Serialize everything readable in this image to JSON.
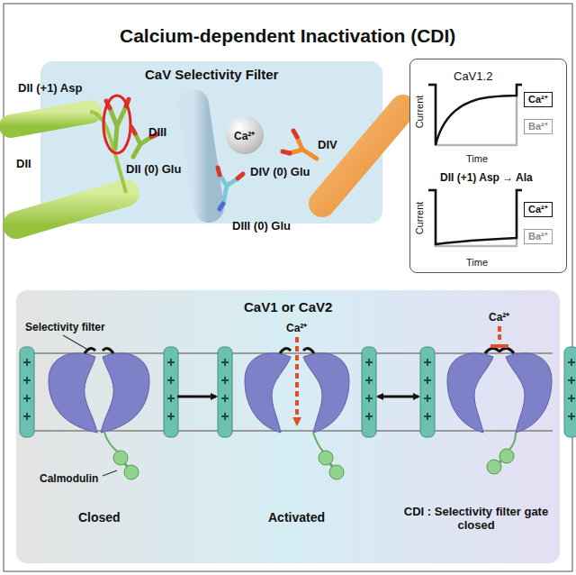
{
  "diagram": {
    "title": "Calcium-dependent Inactivation (CDI)",
    "nodes": [
      {
        "text": [
          "CaV Selectivity Filter"
        ]
      },
      {
        "text": [
          "Ca²⁺"
        ],
        "in": 0
      },
      {
        "text": [
          "CaV1.2"
        ]
      },
      {
        "text": [
          "Ca²⁺"
        ],
        "in": 2
      },
      {
        "text": [
          "Ba²⁺"
        ],
        "in": 2
      },
      {
        "text": [
          "Ca²⁺"
        ],
        "in": 2
      },
      {
        "text": [
          "Ba²⁺"
        ],
        "in": 2
      },
      {
        "text": [
          "CaV1 or CaV2"
        ]
      }
    ],
    "labels": [
      "DII (+1) Asp",
      "DIII",
      "DII",
      "DIV",
      "DII (0) Glu",
      "DIV (0) Glu",
      "DIII (0) Glu",
      "Current",
      "Time",
      "DII (+1) Asp → Ala",
      "Current",
      "Time",
      "Selectivity filter",
      "Calmodulin",
      "Closed",
      "Activated",
      "Ca²⁺",
      "Ca²⁺",
      "CDI : Selectivity filter gate closed"
    ]
  }
}
